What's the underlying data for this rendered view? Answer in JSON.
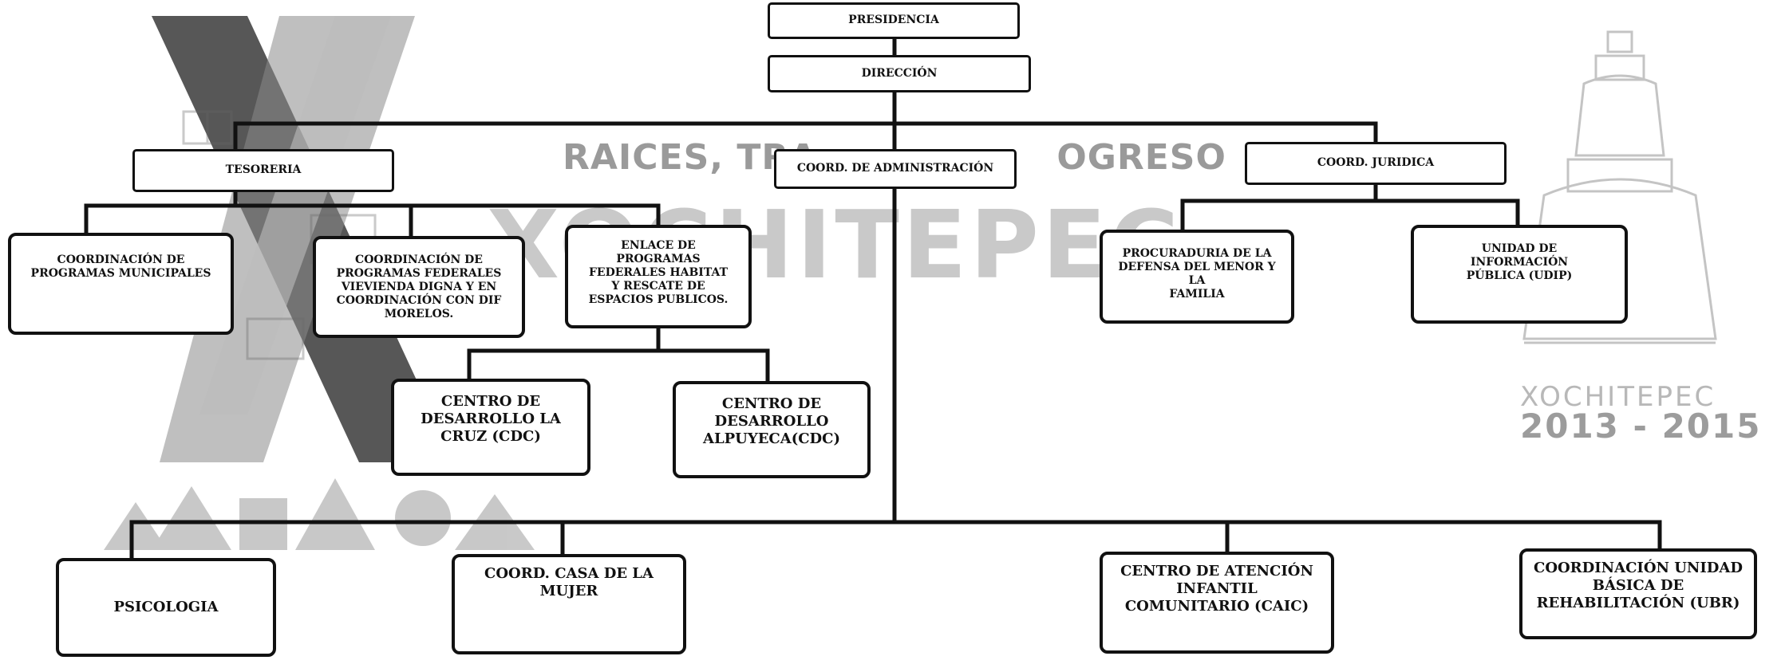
{
  "background": {
    "slogan": "RAICES, TRA",
    "slogan_tail": "OGRESO",
    "town_name": "XOCHITEPEC",
    "emblem_city": "XOCHITEPEC",
    "emblem_years": "2013 - 2015"
  },
  "nodes": {
    "presidencia": "PRESIDENCIA",
    "direccion": "DIRECCIÓN",
    "tesoreria": "TESORERIA",
    "coord_administracion": "COORD. DE ADMINISTRACIÓN",
    "coord_juridica": "COORD. JURIDICA",
    "coord_programas_municipales": [
      "COORDINACIÓN  DE",
      "PROGRAMAS MUNICIPALES"
    ],
    "coord_programas_federales": [
      "COORDINACIÓN DE",
      "PROGRAMAS FEDERALES",
      "VIEVIENDA DIGNA Y EN",
      "COORDINACIÓN CON DIF",
      "MORELOS."
    ],
    "enlace_habitat": [
      "ENLACE  DE",
      "PROGRAMAS",
      "FEDERALES HABITAT",
      "Y RESCATE DE",
      "ESPACIOS PUBLICOS."
    ],
    "procuraduria": [
      "PROCURADURIA DE LA",
      "DEFENSA DEL MENOR Y LA",
      "FAMILIA"
    ],
    "udip": [
      "UNIDAD DE",
      "INFORMACIÓN",
      "PÚBLICA (UDIP)"
    ],
    "cdc_la_cruz": [
      "CENTRO DE",
      "DESARROLLO LA",
      "CRUZ (CDC)"
    ],
    "cdc_alpuyeca": [
      "CENTRO DE",
      "DESARROLLO",
      "ALPUYECA(CDC)"
    ],
    "psicologia": "PSICOLOGIA",
    "casa_mujer": [
      "COORD. CASA DE LA",
      "MUJER"
    ],
    "caic": [
      "CENTRO DE ATENCIÓN",
      "INFANTIL",
      "COMUNITARIO (CAIC)"
    ],
    "ubr": [
      "COORDINACIÓN UNIDAD",
      "BÁSICA DE",
      "REHABILITACIÓN (UBR)"
    ]
  }
}
